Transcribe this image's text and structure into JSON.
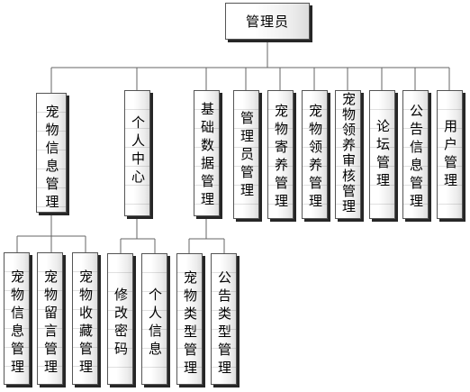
{
  "root": {
    "label": "管理员"
  },
  "level1": [
    {
      "label": "宠物信息管理"
    },
    {
      "label": "个人中心"
    },
    {
      "label": "基础数据管理"
    },
    {
      "label": "管理员管理"
    },
    {
      "label": "宠物寄养管理"
    },
    {
      "label": "宠物领养管理"
    },
    {
      "label": "宠物领养审核管理"
    },
    {
      "label": "论坛管理"
    },
    {
      "label": "公告信息管理"
    },
    {
      "label": "用户管理"
    }
  ],
  "level2": [
    {
      "label": "宠物信息管理"
    },
    {
      "label": "宠物留言管理"
    },
    {
      "label": "宠物收藏管理"
    },
    {
      "label": "修改密码"
    },
    {
      "label": "个人信息"
    },
    {
      "label": "宠物类型管理"
    },
    {
      "label": "公告类型管理"
    }
  ],
  "colors": {
    "line": "#666666",
    "border": "#555555",
    "shadow": "#262626"
  }
}
